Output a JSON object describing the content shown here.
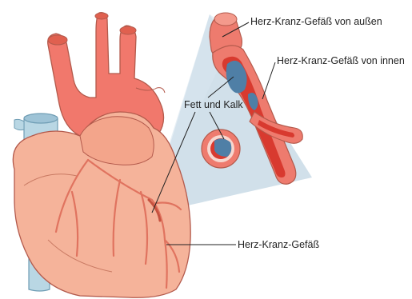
{
  "labels": {
    "vessel_outside": "Herz-Kranz-Gefäß von außen",
    "vessel_inside": "Herz-Kranz-Gefäß von innen",
    "fat_calcium": "Fett und Kalk",
    "coronary_vessel": "Herz-Kranz-Gefäß"
  },
  "colors": {
    "heart_fill": "#f5b39a",
    "aorta_fill": "#f1786c",
    "vein_fill": "#b9d7e4",
    "vessel_wall": "#ee7b6e",
    "vessel_lumen": "#d83a2f",
    "plaque": "#4f7fa6",
    "zoom_panel": "#c9dbe6",
    "outline": "#b35a4c",
    "label_text": "#222222"
  }
}
